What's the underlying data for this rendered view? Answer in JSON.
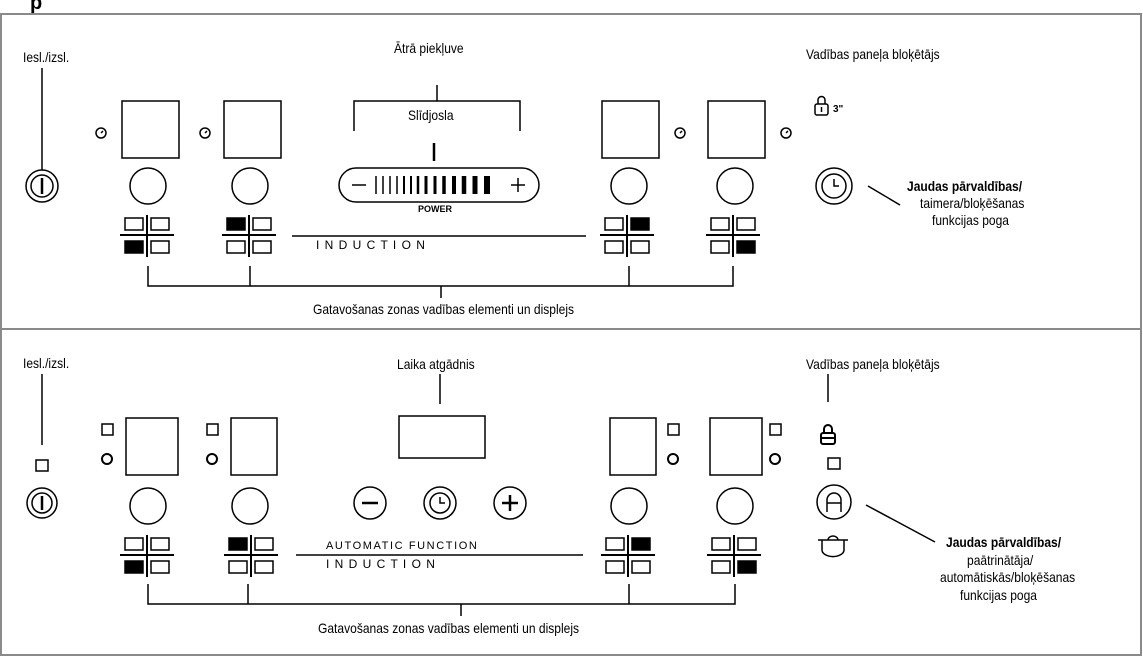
{
  "header": {
    "title": "p"
  },
  "top_panel": {
    "on_off": "Iesl./izsl.",
    "quick_access": "Ātrā piekļuve",
    "slider": "Slīdjosla",
    "power_label": "POWER",
    "lock_label": "Vadības paneļa bloķētājs",
    "lock_time": "3\"",
    "heat_title": "Jaudas pārvaldības/",
    "heat_line2": "taimera/bloķēšanas",
    "heat_line3": "funkcijas poga",
    "induction": "I N D U C T I O N",
    "zones_caption": "Gatavošanas zonas vadības elementi un displejs"
  },
  "bottom_panel": {
    "on_off": "Iesl./izsl.",
    "reminder": "Laika atgādnis",
    "lock_label": "Vadības paneļa bloķētājs",
    "automatic": "AUTOMATIC FUNCTION",
    "induction": "I N D U C T I O N",
    "heat_title": "Jaudas pārvaldības/",
    "heat_line2": "paātrinātāja/",
    "heat_line3": "automātiskās/bloķēšanas",
    "heat_line4": "funkcijas poga",
    "zones_caption": "Gatavošanas zonas vadības elementi un displejs"
  },
  "colors": {
    "line": "#000000",
    "frame": "#8a8a8a",
    "fill": "#000000"
  }
}
